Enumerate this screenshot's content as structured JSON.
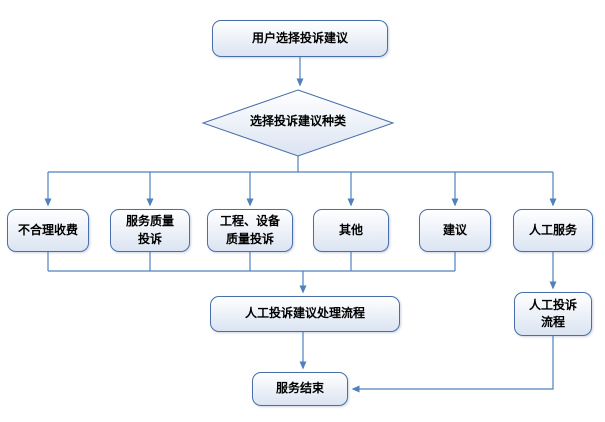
{
  "diagram": {
    "title": "complaint-suggestion-flowchart",
    "nodes": {
      "start": "用户选择投诉建议",
      "decision": "选择投诉建议种类",
      "branch_unreasonable_fees": "不合理收费",
      "branch_service_quality": "服务质量\n投诉",
      "branch_engineering_quality": "工程、设备\n质量投诉",
      "branch_other": "其他",
      "branch_suggestion": "建议",
      "branch_manual_service": "人工服务",
      "process_main": "人工投诉建议处理流程",
      "process_manual": "人工投诉\n流程",
      "end": "服务结束"
    },
    "colors": {
      "node_border": "#4a6ea9",
      "node_fill_top": "#ffffff",
      "node_fill_bottom": "#dbe4f2",
      "connector": "#4f81bd",
      "text": "#000000",
      "background": "#ffffff"
    }
  }
}
